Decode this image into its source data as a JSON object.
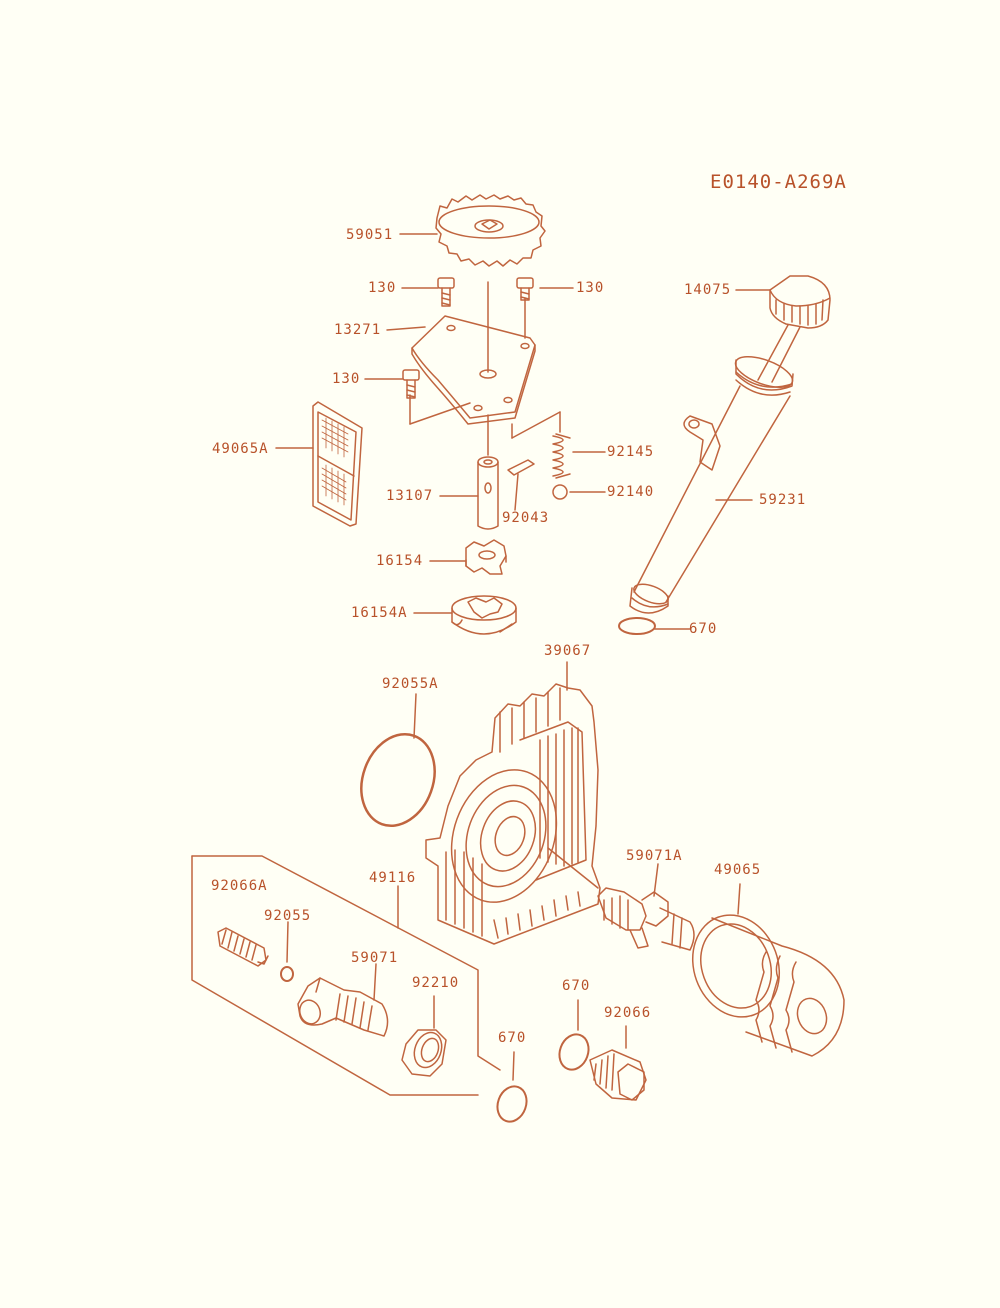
{
  "diagram_code": "E0140-A269A",
  "colors": {
    "line": "#c0653f",
    "text": "#b8522a",
    "paper": "#fffff5",
    "oring": "#c0653f"
  },
  "labels": {
    "p59051": "59051",
    "p130a": "130",
    "p130b": "130",
    "p130c": "130",
    "p13271": "13271",
    "p14075": "14075",
    "p49065a": "49065A",
    "p92145": "92145",
    "p92140": "92140",
    "p13107": "13107",
    "p92043": "92043",
    "p59231": "59231",
    "p16154": "16154",
    "p16154a": "16154A",
    "p670a": "670",
    "p92055a": "92055A",
    "p39067": "39067",
    "p59071a": "59071A",
    "p49065": "49065",
    "p92066a": "92066A",
    "p49116": "49116",
    "p92055": "92055",
    "p59071": "59071",
    "p92210": "92210",
    "p670b": "670",
    "p670c": "670",
    "p92066": "92066"
  }
}
